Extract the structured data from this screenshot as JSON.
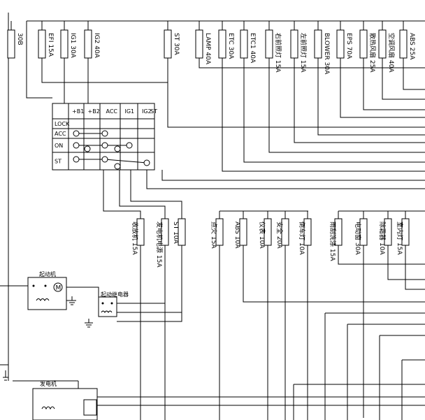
{
  "top_fuses": [
    {
      "id": "f1",
      "label": "30B",
      "code": ""
    },
    {
      "id": "f2",
      "label": "EFI 15A",
      "code": "EFI(15A)"
    },
    {
      "id": "f3",
      "label": "IG1 30A",
      "code": ""
    },
    {
      "id": "f4",
      "label": "IG2 40A",
      "code": ""
    },
    {
      "id": "f5",
      "label": "ST 30A",
      "code": ""
    },
    {
      "id": "f6",
      "label": "LAMP 40A",
      "code": ""
    },
    {
      "id": "f7",
      "label": "ETC 30A",
      "code": ""
    },
    {
      "id": "f8",
      "label": "ETC1 40A",
      "code": ""
    },
    {
      "id": "f9",
      "label": "右前照灯 15A",
      "code": ""
    },
    {
      "id": "f10",
      "label": "左前照灯 15A",
      "code": ""
    },
    {
      "id": "f11",
      "label": "BLOWER 30A",
      "code": ""
    },
    {
      "id": "f12",
      "label": "EPS 70A",
      "code": ""
    },
    {
      "id": "f13",
      "label": "散热风扇 25A",
      "code": ""
    },
    {
      "id": "f14",
      "label": "空调风扇 40A",
      "code": ""
    },
    {
      "id": "f15",
      "label": "ABS 25A",
      "code": ""
    }
  ],
  "bottom_fuses": [
    {
      "id": "b1",
      "label": "收放机 15A"
    },
    {
      "id": "b2",
      "label": "发电机电源 15A"
    },
    {
      "id": "b3",
      "label": "ST 10A"
    },
    {
      "id": "b4",
      "label": "点火 15A"
    },
    {
      "id": "b5",
      "label": "ABS 10A"
    },
    {
      "id": "b6",
      "label": "仪表 10A"
    },
    {
      "id": "b7",
      "label": "安全 20A"
    },
    {
      "id": "b8",
      "label": "倒车灯 10A"
    },
    {
      "id": "b9",
      "label": "雨刮洗涤 15A"
    },
    {
      "id": "b10",
      "label": "电动窗 30A"
    },
    {
      "id": "b11",
      "label": "除霜器 10A"
    },
    {
      "id": "b12",
      "label": "室内灯 15A"
    }
  ],
  "ignition_switch": {
    "headers": [
      "",
      "+B1",
      "+B2",
      "ACC",
      "IG1",
      "IG2",
      "ST"
    ],
    "rows": [
      "LOCK",
      "ACC",
      "ON",
      "ST"
    ]
  },
  "components": {
    "starter_motor": "起动机",
    "starter_relay": "起动继电器",
    "generator": "发电机"
  }
}
